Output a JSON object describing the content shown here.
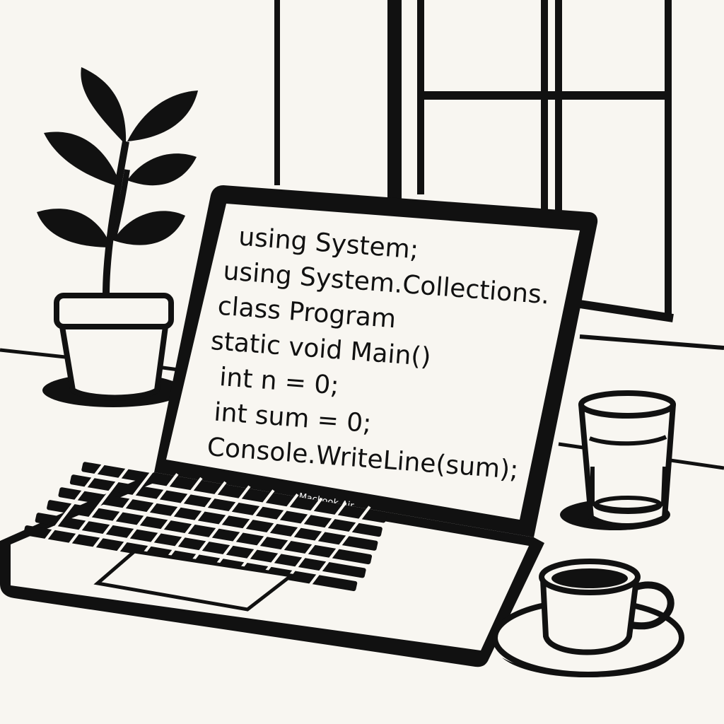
{
  "scene": {
    "ink_color": "#111111",
    "paper_color": "#f8f6f1",
    "objects": [
      "potted-plant",
      "window",
      "laptop",
      "glass-of-water",
      "coffee-cup"
    ]
  },
  "laptop": {
    "brand_label": "Mackook Air",
    "screen": {
      "code_lines": [
        "using System;",
        "using System.Collections.",
        "class Program",
        "static void Main()",
        "int n = 0;",
        "int sum = 0;",
        "Console.WriteLine(sum);"
      ]
    }
  }
}
